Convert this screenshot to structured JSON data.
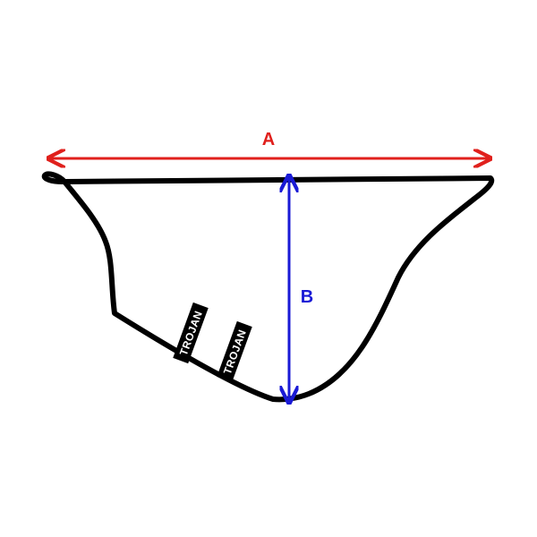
{
  "dimensions": {
    "width_label": "A",
    "height_label": "B",
    "width_color": "#e0201c",
    "height_color": "#1a1ad6"
  },
  "outline": {
    "color": "#000000"
  },
  "tags": [
    {
      "text": "TROJAN"
    },
    {
      "text": "TROJAN"
    }
  ],
  "tag_style": {
    "fill": "#000000",
    "text_color": "#ffffff"
  }
}
